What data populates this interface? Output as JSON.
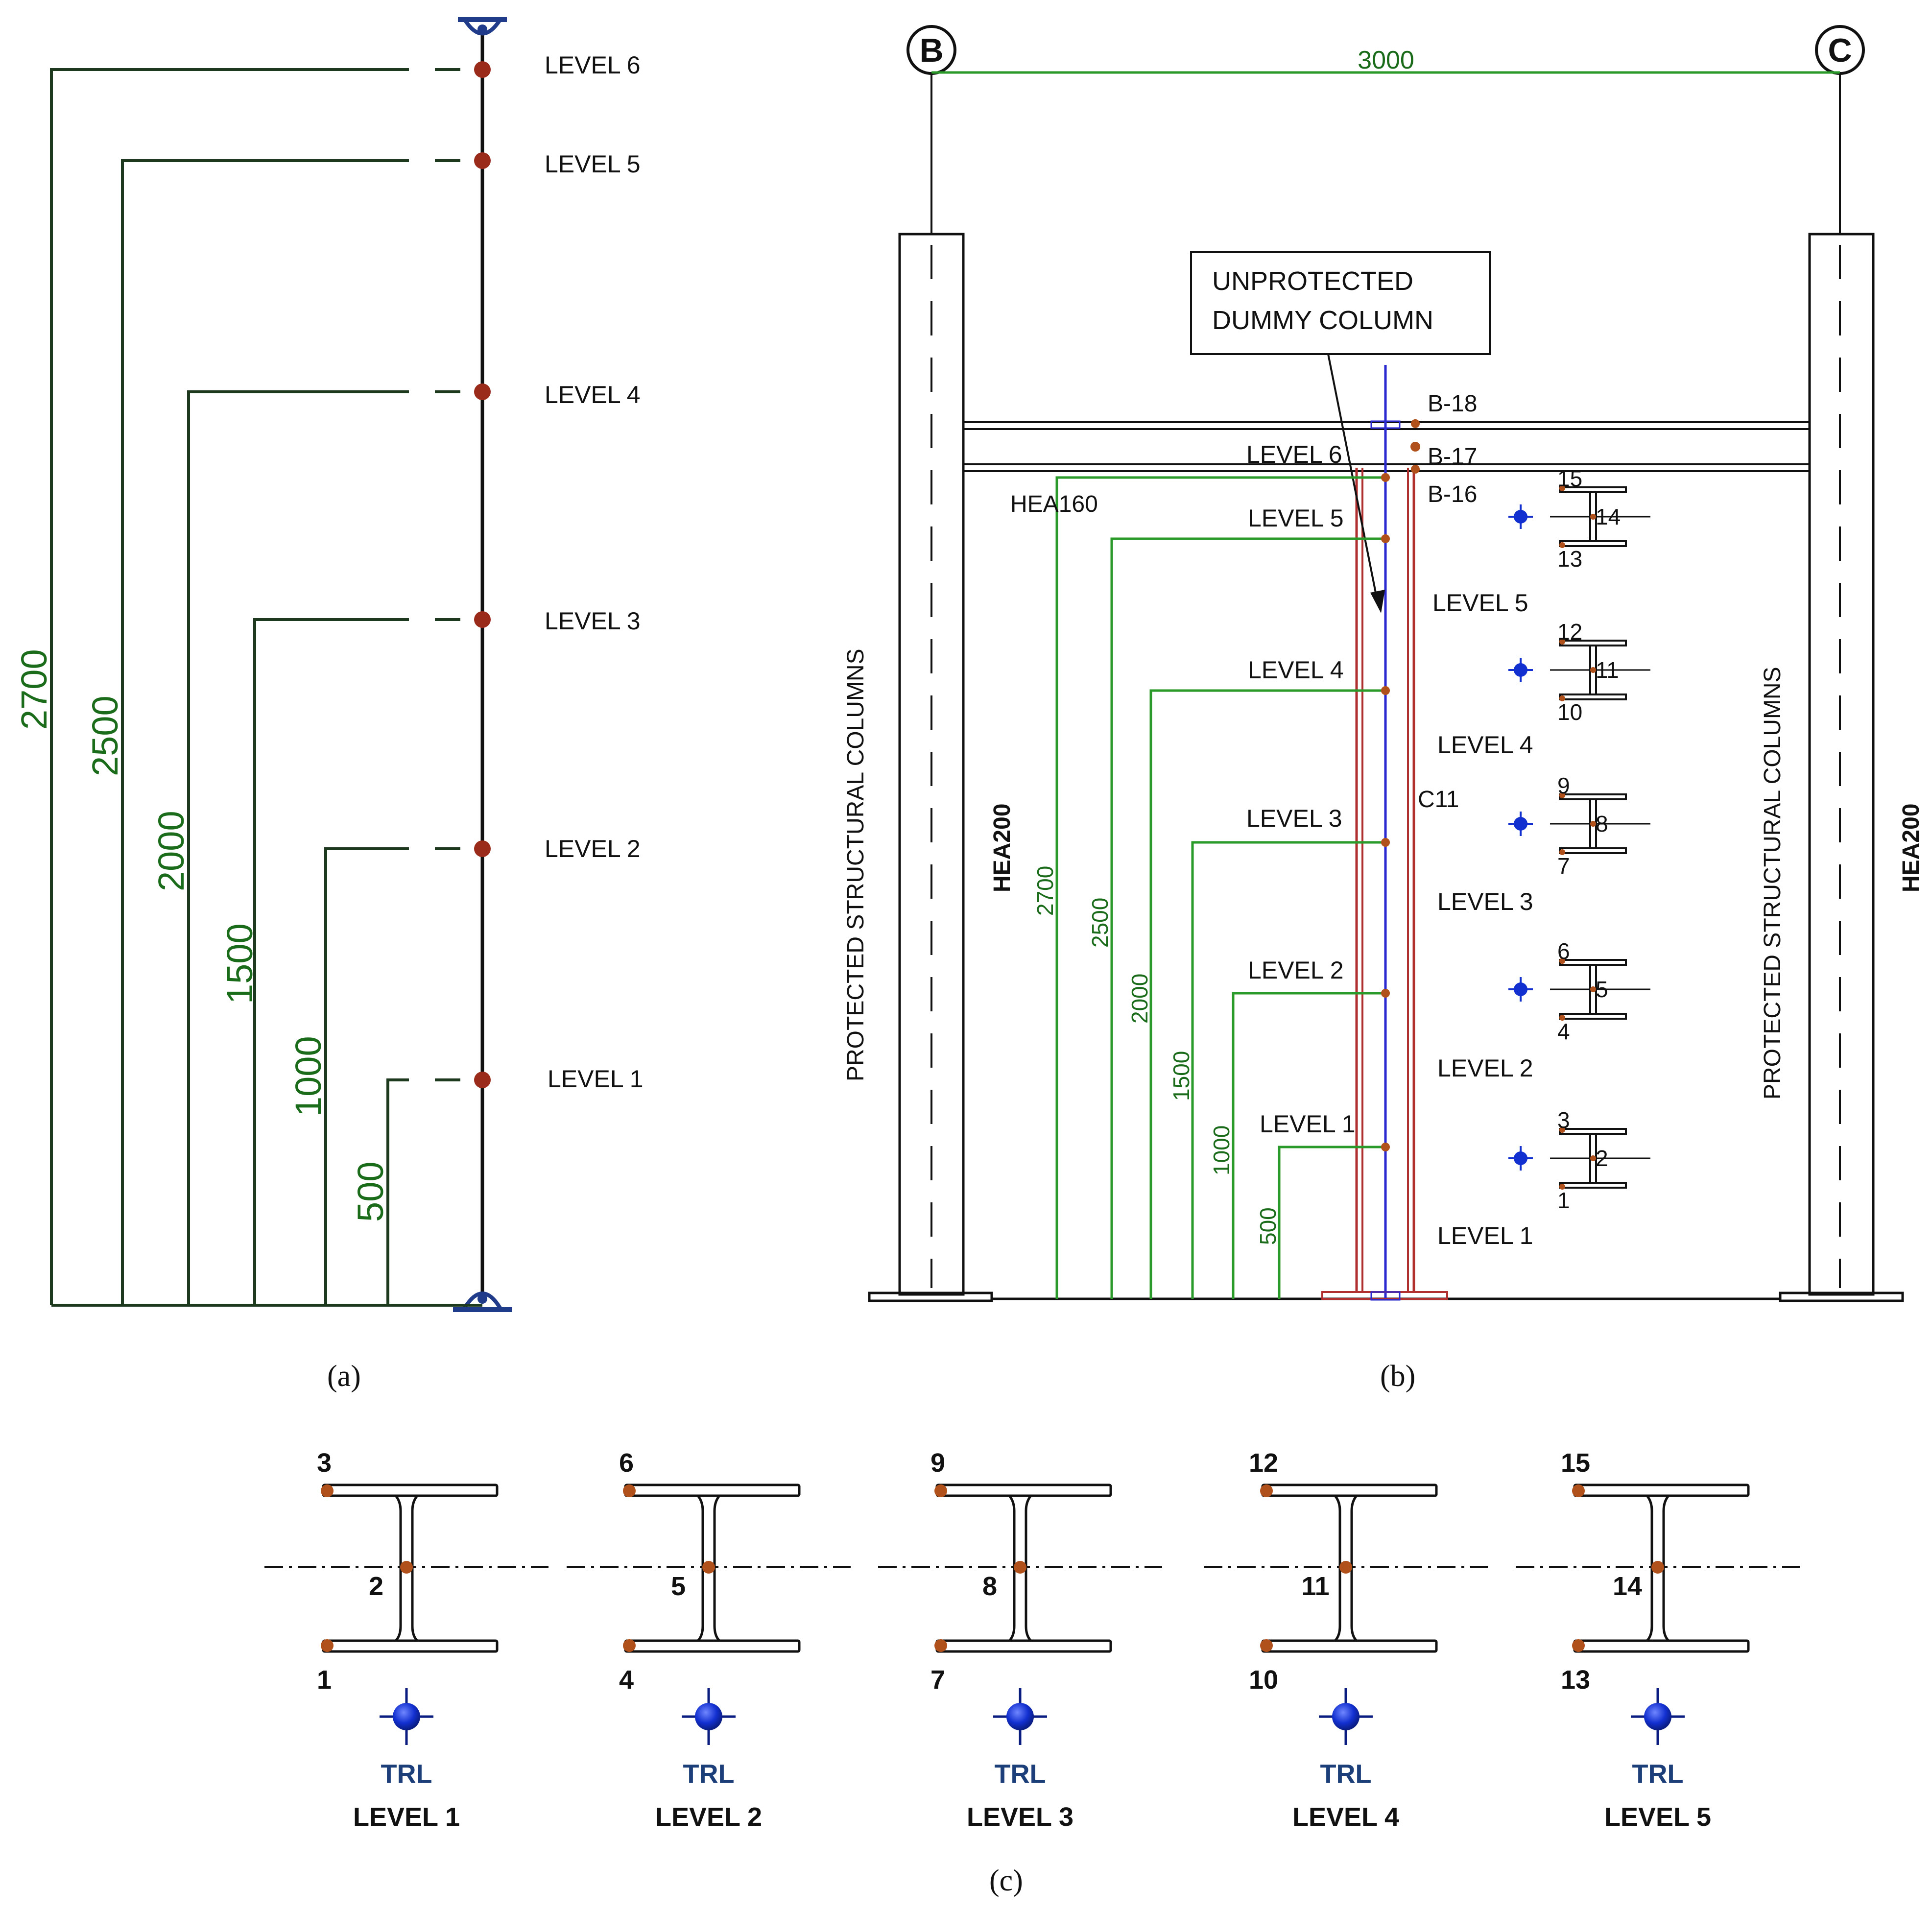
{
  "captions": {
    "a": "(a)",
    "b": "(b)",
    "c": "(c)"
  },
  "panel_a": {
    "levels": [
      {
        "label": "LEVEL 6",
        "dim": "2700"
      },
      {
        "label": "LEVEL 5",
        "dim": "2500"
      },
      {
        "label": "LEVEL 4",
        "dim": "2000"
      },
      {
        "label": "LEVEL 3",
        "dim": "1500"
      },
      {
        "label": "LEVEL 2",
        "dim": "1000"
      },
      {
        "label": "LEVEL 1",
        "dim": "500"
      }
    ]
  },
  "panel_b": {
    "grid_left": "B",
    "grid_right": "C",
    "span": "3000",
    "callout_line1": "UNPROTECTED",
    "callout_line2": "DUMMY COLUMN",
    "beam_left_label": "HEA160",
    "left_col_text": "PROTECTED STRUCTURAL COLUMNS",
    "right_col_text": "PROTECTED STRUCTURAL COLUMNS",
    "left_col_section": "HEA200",
    "right_col_section": "HEA200",
    "col_id": "C11",
    "beam_tcs": [
      "B-18",
      "B-17",
      "B-16"
    ],
    "column_levels": [
      {
        "label": "LEVEL 6",
        "dim": "2700"
      },
      {
        "label": "LEVEL 5",
        "dim": "2500"
      },
      {
        "label": "LEVEL 4",
        "dim": "2000"
      },
      {
        "label": "LEVEL 3",
        "dim": "1500"
      },
      {
        "label": "LEVEL 2",
        "dim": "1000"
      },
      {
        "label": "LEVEL 1",
        "dim": "500"
      }
    ],
    "right_levels": [
      "LEVEL 5",
      "LEVEL 4",
      "LEVEL 3",
      "LEVEL 2",
      "LEVEL 1"
    ],
    "mini_sections": [
      {
        "top": "15",
        "mid": "14",
        "bot": "13"
      },
      {
        "top": "12",
        "mid": "11",
        "bot": "10"
      },
      {
        "top": "9",
        "mid": "8",
        "bot": "7"
      },
      {
        "top": "6",
        "mid": "5",
        "bot": "4"
      },
      {
        "top": "3",
        "mid": "2",
        "bot": "1"
      }
    ]
  },
  "panel_c": {
    "sections": [
      {
        "top": "3",
        "mid": "2",
        "bot": "1",
        "trl": "TRL",
        "level": "LEVEL 1"
      },
      {
        "top": "6",
        "mid": "5",
        "bot": "4",
        "trl": "TRL",
        "level": "LEVEL 2"
      },
      {
        "top": "9",
        "mid": "8",
        "bot": "7",
        "trl": "TRL",
        "level": "LEVEL 3"
      },
      {
        "top": "12",
        "mid": "11",
        "bot": "10",
        "trl": "TRL",
        "level": "LEVEL 4"
      },
      {
        "top": "15",
        "mid": "14",
        "bot": "13",
        "trl": "TRL",
        "level": "LEVEL 5"
      }
    ]
  },
  "colors": {
    "dim_green": "#1a6b1a",
    "line_green": "#2a9a2a",
    "thermocouple": "#b0501a",
    "column_red": "#b03030",
    "column_blue": "#2a2ad0",
    "trl_blue": "#1230d0"
  }
}
